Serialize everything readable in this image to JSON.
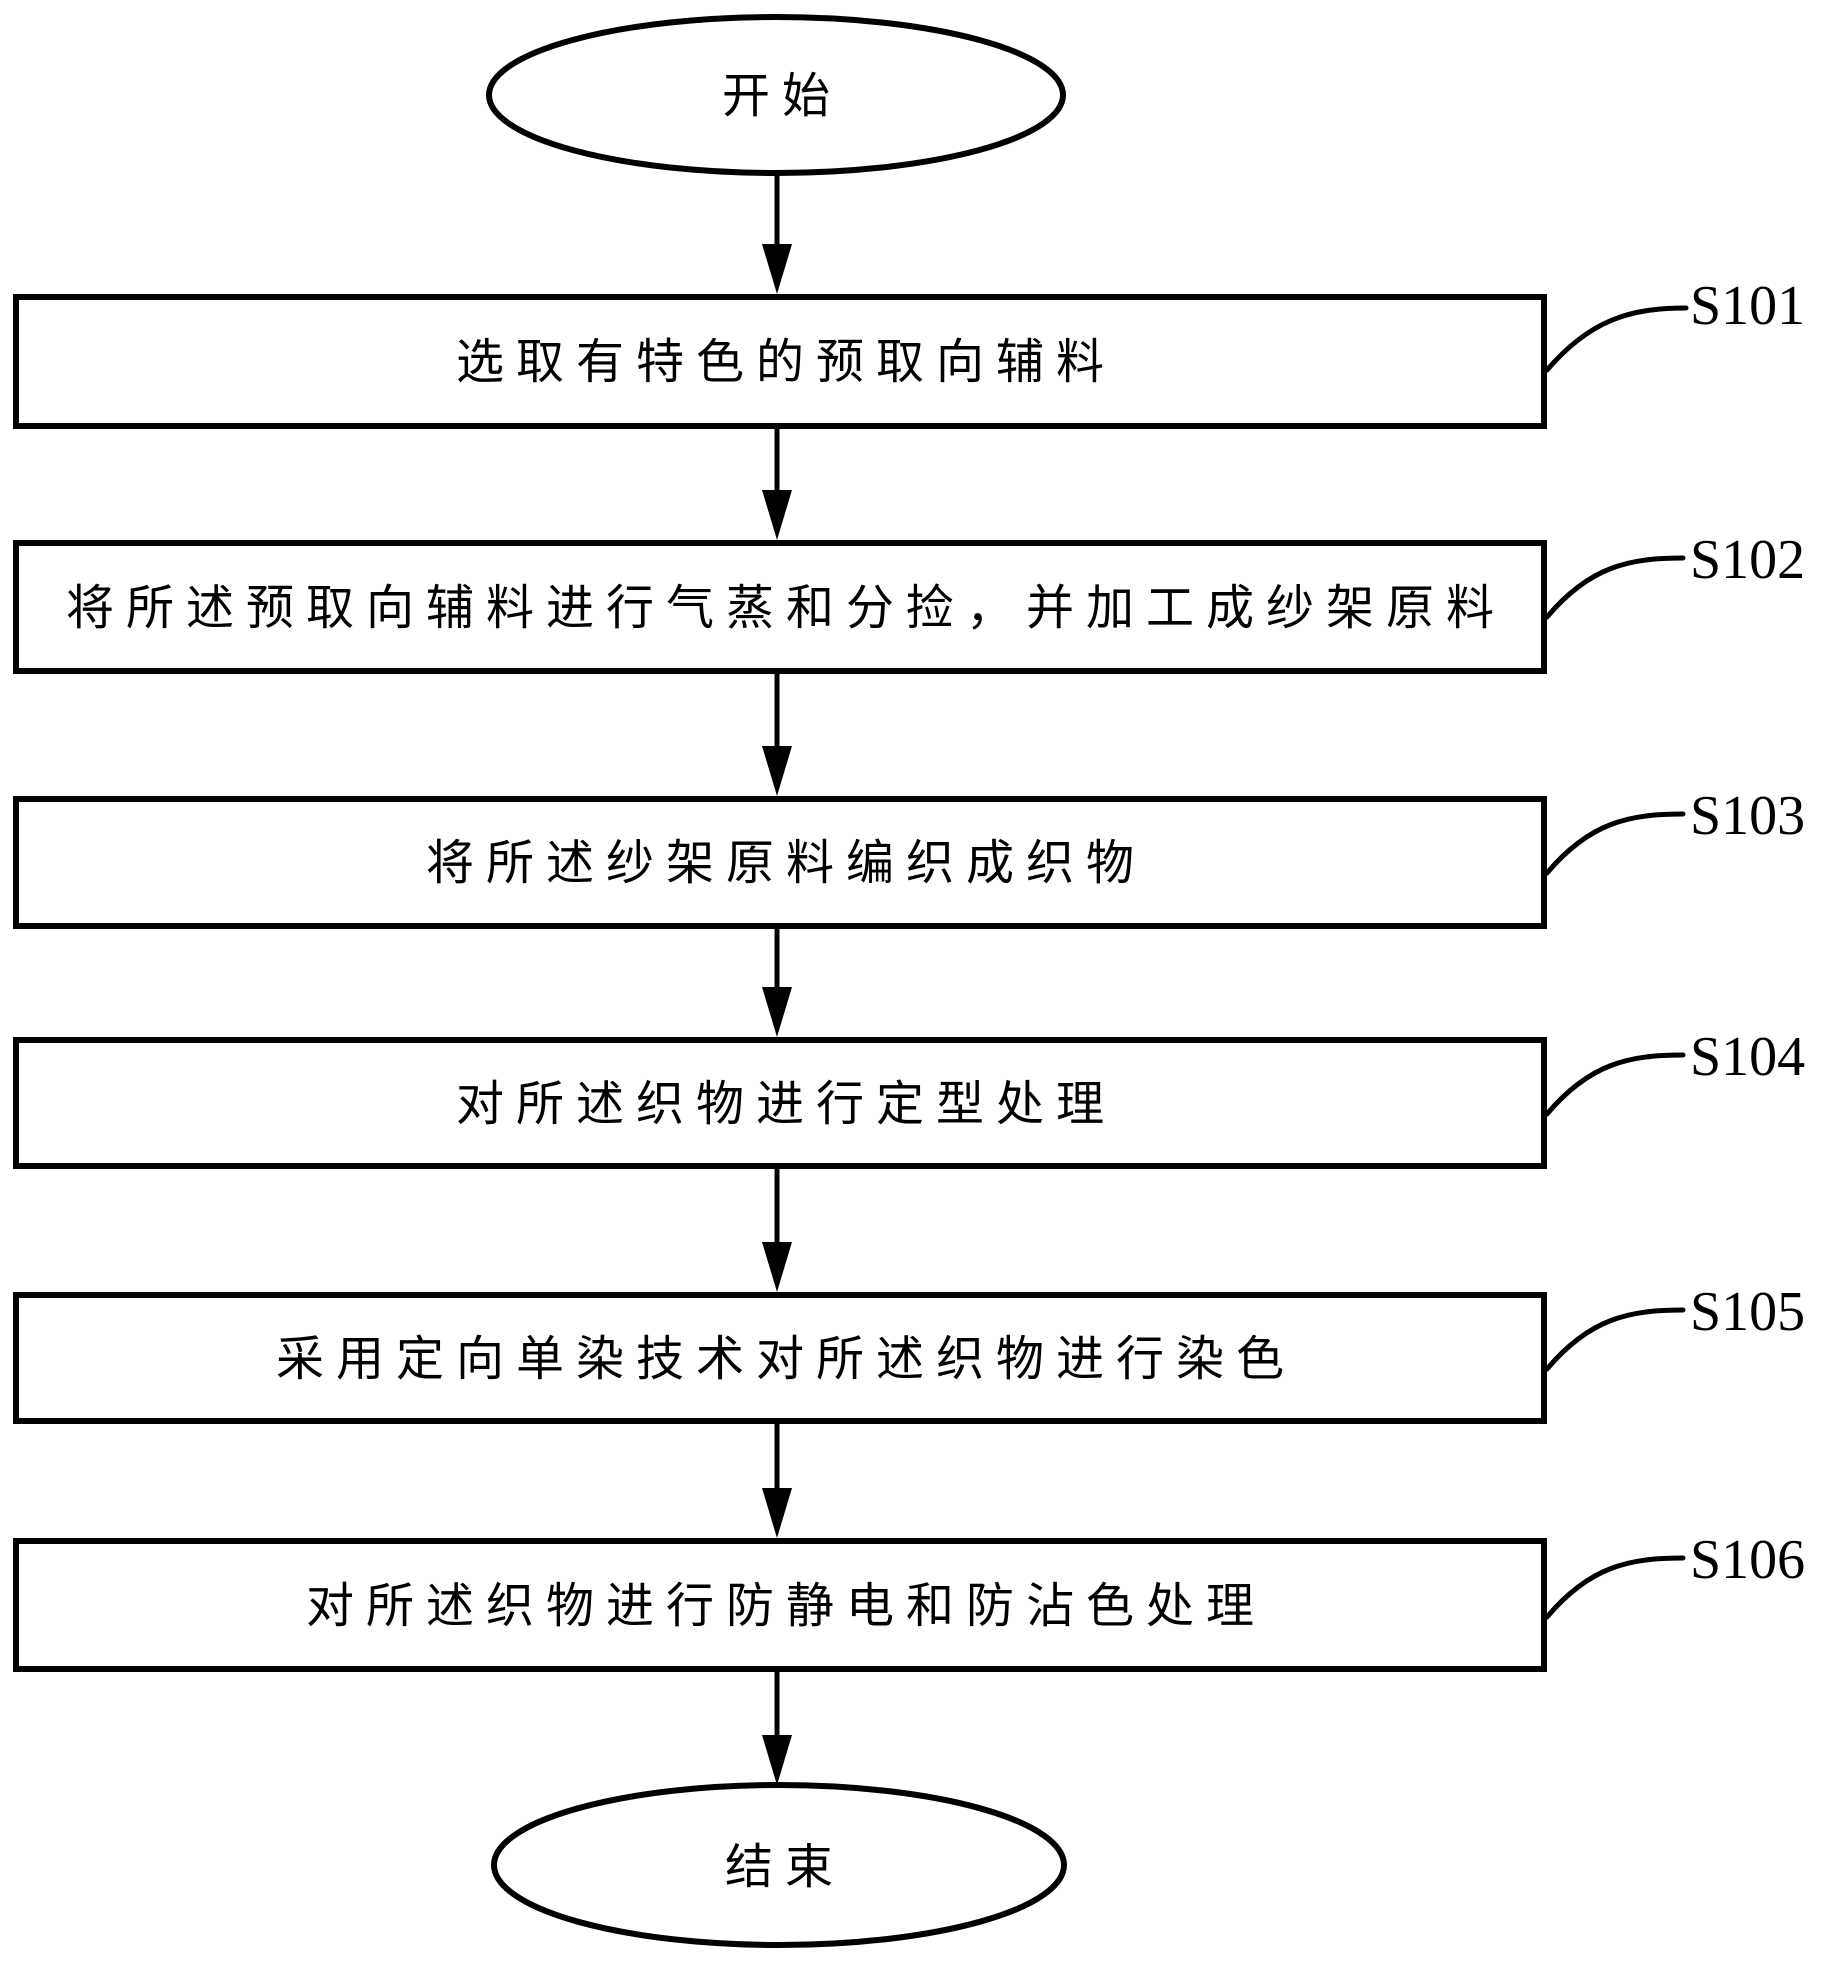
{
  "diagram": {
    "type": "flowchart",
    "start": {
      "label": "开始"
    },
    "end": {
      "label": "结束"
    },
    "steps": [
      {
        "id": "S101",
        "text": "选取有特色的预取向辅料"
      },
      {
        "id": "S102",
        "text": "将所述预取向辅料进行气蒸和分捡，并加工成纱架原料"
      },
      {
        "id": "S103",
        "text": "将所述纱架原料编织成织物"
      },
      {
        "id": "S104",
        "text": "对所述织物进行定型处理"
      },
      {
        "id": "S105",
        "text": "采用定向单染技术对所述织物进行染色"
      },
      {
        "id": "S106",
        "text": "对所述织物进行防静电和防沾色处理"
      }
    ],
    "colors": {
      "stroke": "#000000",
      "background": "#ffffff"
    }
  }
}
